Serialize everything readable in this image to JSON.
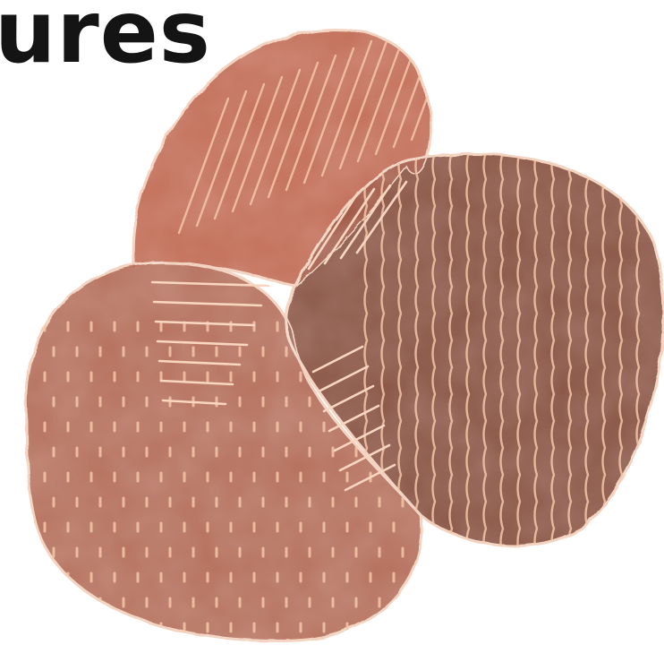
{
  "heading": {
    "text": "ures"
  },
  "artwork": {
    "shapes": [
      "top-blob",
      "right-blob",
      "left-blob"
    ],
    "colors": {
      "top_blob": "#c26e58",
      "right_blob": "#8a5445",
      "left_blob": "#b5705c",
      "overlap_top_left": "#b0553a",
      "overlap_top_right": "#9c4f3a",
      "overlap_left_right": "#8e4a38",
      "outline": "#f3d2bf",
      "stripe": "#f5c7a8"
    }
  }
}
